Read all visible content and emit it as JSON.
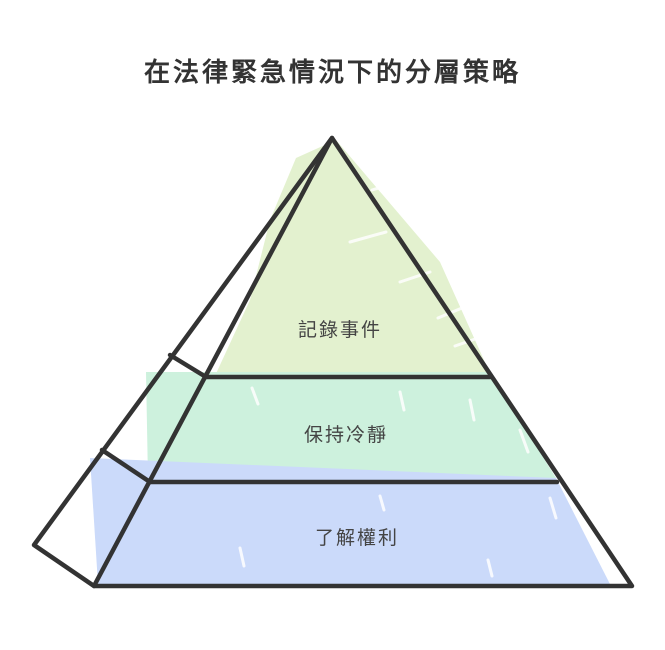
{
  "title": "在法律緊急情況下的分層策略",
  "tiers": [
    {
      "label": "記錄事件",
      "color": "#e3f1cf"
    },
    {
      "label": "保持冷靜",
      "color": "#cdf1dd"
    },
    {
      "label": "了解權利",
      "color": "#cbdafa"
    }
  ]
}
